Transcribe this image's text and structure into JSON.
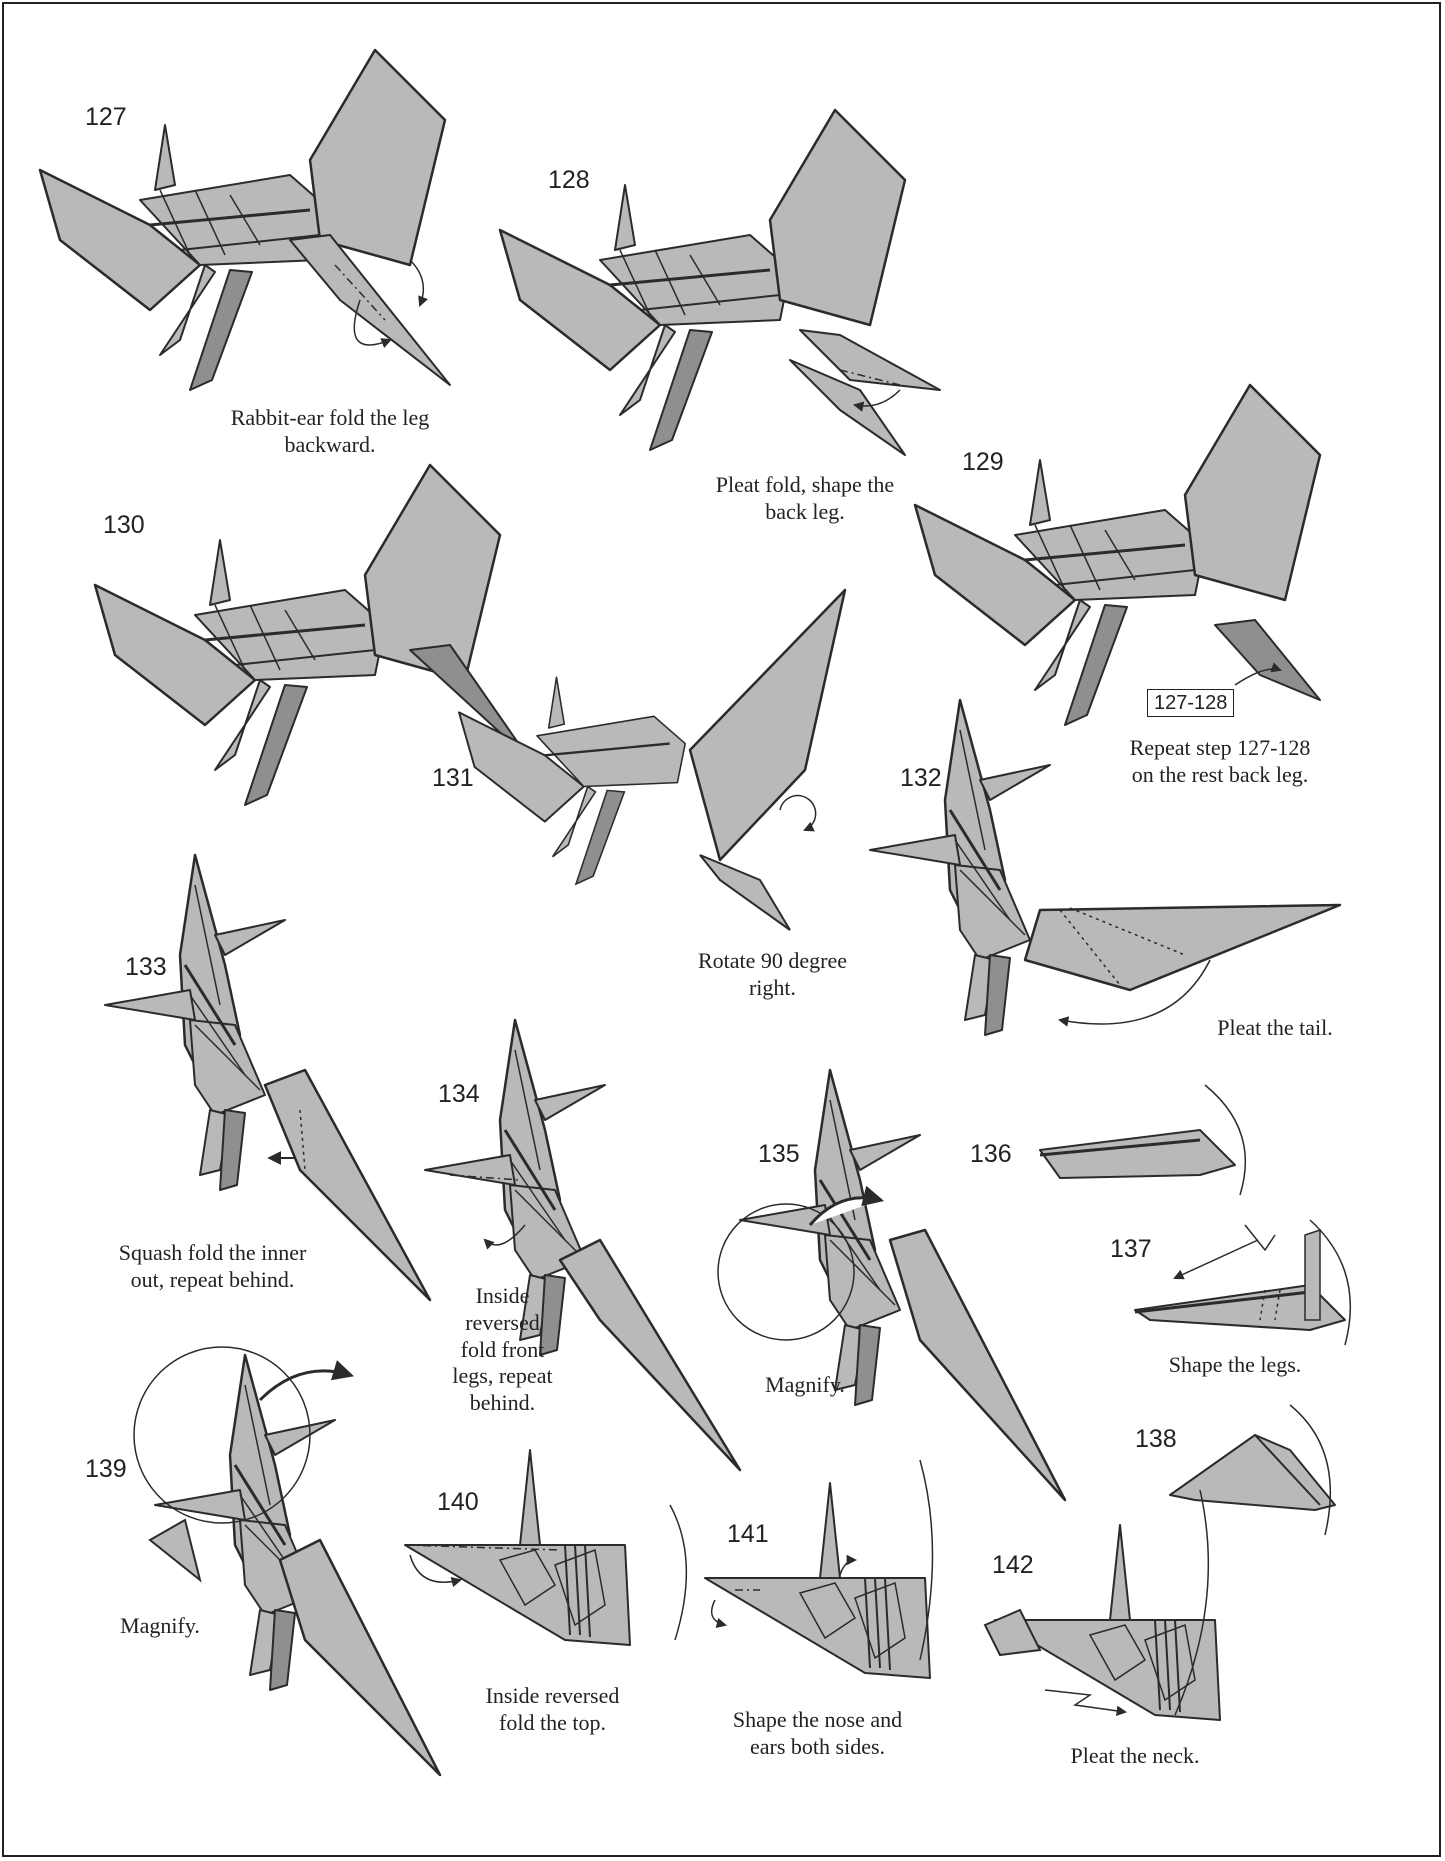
{
  "colors": {
    "paper": "#b9b9b9",
    "line": "#2b2b2b",
    "shadow": "#8f8f8f",
    "background": "#ffffff"
  },
  "steps": [
    {
      "number": "127",
      "caption": "Rabbit-ear fold the leg\nbackward."
    },
    {
      "number": "128",
      "caption": "Pleat fold, shape the\nback leg."
    },
    {
      "number": "129",
      "caption": "Repeat step 127-128\non the rest back leg.",
      "reference": "127-128"
    },
    {
      "number": "130",
      "caption": ""
    },
    {
      "number": "131",
      "caption": "Rotate 90 degree\nright."
    },
    {
      "number": "132",
      "caption": "Pleat the tail."
    },
    {
      "number": "133",
      "caption": "Squash fold the inner\nout, repeat behind."
    },
    {
      "number": "134",
      "caption": "Inside\nreversed\nfold front\nlegs, repeat\nbehind."
    },
    {
      "number": "135",
      "caption": "Magnify."
    },
    {
      "number": "136",
      "caption": ""
    },
    {
      "number": "137",
      "caption": "Shape the legs."
    },
    {
      "number": "138",
      "caption": ""
    },
    {
      "number": "139",
      "caption": "Magnify."
    },
    {
      "number": "140",
      "caption": "Inside reversed\nfold the top."
    },
    {
      "number": "141",
      "caption": "Shape the nose and\nears both sides."
    },
    {
      "number": "142",
      "caption": "Pleat the neck."
    }
  ]
}
